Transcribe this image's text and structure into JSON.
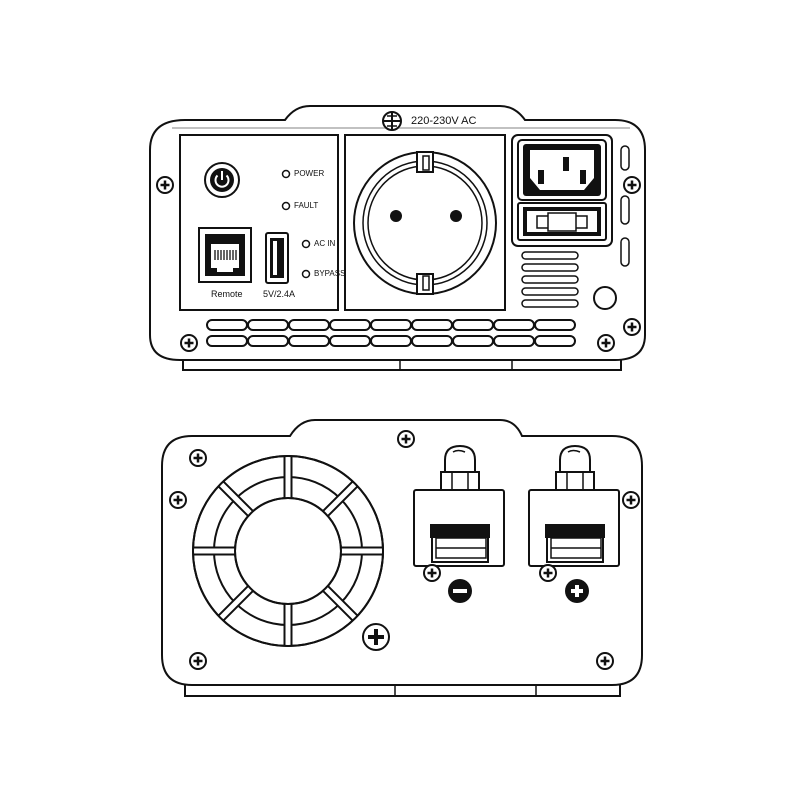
{
  "front_panel": {
    "voltage_label": "220-230V AC",
    "power_led_label": "POWER",
    "fault_led_label": "FAULT",
    "ac_in_led_label": "AC IN",
    "bypass_led_label": "BYPASS",
    "remote_label": "Remote",
    "usb_label": "5V/2.4A",
    "icons": {
      "power_button": "power-icon",
      "remote_port": "rj-port-icon",
      "usb_port": "usb-port-icon",
      "outlet": "schuko-outlet-icon",
      "inlet": "iec-inlet-icon",
      "ground": "ground-symbol-icon"
    }
  },
  "rear_panel": {
    "icons": {
      "fan": "fan-grille-icon",
      "negative_terminal": "minus-icon",
      "positive_terminal": "plus-icon",
      "ground": "plus-icon"
    }
  }
}
